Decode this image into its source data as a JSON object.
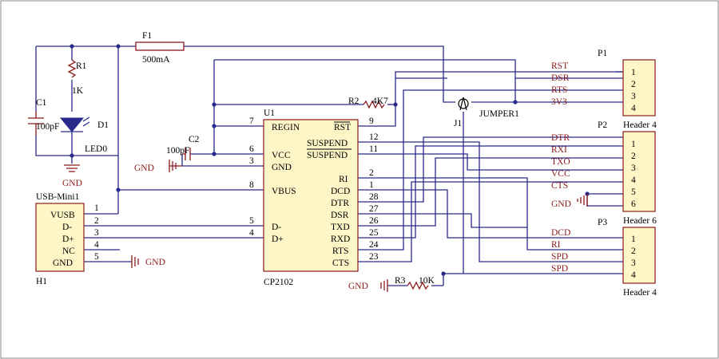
{
  "colors": {
    "wire": "#2a2a8c",
    "component": "#8b1a1a",
    "label": "#000000",
    "netlabel": "#8b1a1a",
    "body_fill": "#fff6c8"
  },
  "components": {
    "F1": {
      "ref": "F1",
      "value": "500mA"
    },
    "R1": {
      "ref": "R1",
      "value": "1K"
    },
    "C1": {
      "ref": "C1",
      "value": "100pF"
    },
    "D1": {
      "ref": "D1",
      "value": "LED0"
    },
    "C2": {
      "ref": "C2",
      "value": "100pF"
    },
    "R2": {
      "ref": "R2",
      "value": "4K7"
    },
    "R3": {
      "ref": "R3",
      "value": "10K"
    },
    "J1": {
      "ref": "J1",
      "value": "JUMPER1"
    },
    "H1": {
      "ref": "H1",
      "value": "USB-Mini1",
      "pins": [
        {
          "num": "1",
          "name": "VUSB"
        },
        {
          "num": "2",
          "name": "D-"
        },
        {
          "num": "3",
          "name": "D+"
        },
        {
          "num": "4",
          "name": "NC"
        },
        {
          "num": "5",
          "name": "GND"
        }
      ]
    },
    "U1": {
      "ref": "U1",
      "value": "CP2102",
      "left_pins": [
        {
          "num": "7",
          "name": "REGIN"
        },
        {
          "num": "6",
          "name": "VCC"
        },
        {
          "num": "3",
          "name": "GND"
        },
        {
          "num": "8",
          "name": "VBUS"
        },
        {
          "num": "5",
          "name": "D-"
        },
        {
          "num": "4",
          "name": "D+"
        }
      ],
      "right_pins": [
        {
          "num": "9",
          "name": "RST"
        },
        {
          "num": "12",
          "name": "SUSPEND"
        },
        {
          "num": "11",
          "name": "SUSPEND"
        },
        {
          "num": "2",
          "name": "RI"
        },
        {
          "num": "1",
          "name": "DCD"
        },
        {
          "num": "28",
          "name": "DTR"
        },
        {
          "num": "27",
          "name": "DSR"
        },
        {
          "num": "26",
          "name": "TXD"
        },
        {
          "num": "25",
          "name": "RXD"
        },
        {
          "num": "24",
          "name": "RTS"
        },
        {
          "num": "23",
          "name": "CTS"
        }
      ]
    },
    "P1": {
      "ref": "P1",
      "value": "Header 4",
      "pins": [
        "1",
        "2",
        "3",
        "4"
      ],
      "nets": [
        "RST",
        "DSR",
        "RTS",
        "3V3"
      ]
    },
    "P2": {
      "ref": "P2",
      "value": "Header 6",
      "pins": [
        "1",
        "2",
        "3",
        "4",
        "5",
        "6"
      ],
      "nets": [
        "DTR",
        "RXI",
        "TXO",
        "VCC",
        "CTS",
        "GND"
      ]
    },
    "P3": {
      "ref": "P3",
      "value": "Header 4",
      "pins": [
        "1",
        "2",
        "3",
        "4"
      ],
      "nets": [
        "DCD",
        "RI",
        "SPD",
        "SPD"
      ]
    }
  },
  "gnd_labels": {
    "top": "GND",
    "c2": "GND",
    "h1": "GND",
    "r3": "GND",
    "p2": "GND"
  }
}
